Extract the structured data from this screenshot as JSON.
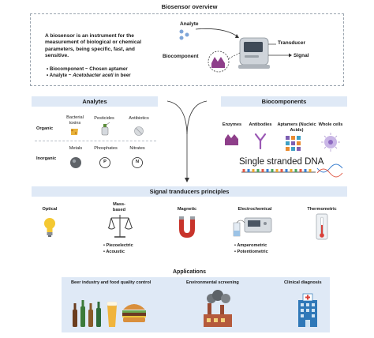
{
  "overview": {
    "title": "Biosensor overview",
    "definition": "A biosensor is an instrument for the measurement of biological or chemical parameters, being specific, fast, and sensitive.",
    "bullet1": "Biocomponent ~ Chosen aptamer",
    "bullet2_prefix": "Analyte ~ ",
    "bullet2_italic": "Acetobacter aceti",
    "bullet2_suffix": " in beer",
    "label_analyte": "Analyte",
    "label_biocomponent": "Biocomponent",
    "label_transducer": "Transducer",
    "label_signal": "Signal"
  },
  "analytes": {
    "title": "Analytes",
    "organic_label": "Organic",
    "organic_items": [
      "Bacterial toxins",
      "Pesticides",
      "Antibiotics"
    ],
    "inorganic_label": "Inorganic",
    "inorganic_items": [
      "Metals",
      "Phosphates",
      "Nitrates"
    ],
    "phosphate_symbol": "P",
    "nitrate_symbol": "N"
  },
  "biocomponents": {
    "title": "Biocomponents",
    "items": [
      "Enzymes",
      "Antibodies",
      "Aptamers (Nucleic Acids)",
      "Whole cells"
    ],
    "ssdna_label": "Single stranded DNA"
  },
  "transducers": {
    "title": "Signal tranducers principles",
    "items": [
      "Optical",
      "Mass-based",
      "Magnetic",
      "Electrochemical",
      "Thermometric"
    ],
    "mass_bullets": [
      "Piezoelectric",
      "Acoustic"
    ],
    "electro_bullets": [
      "Amperometric",
      "Potentiometric"
    ]
  },
  "applications": {
    "title": "Applications",
    "items": [
      "Beer industry and food quality control",
      "Environmental screening",
      "Clinical diagnosis"
    ]
  },
  "colors": {
    "band": "#dfe9f6",
    "purple": "#8e3f8a",
    "lavender": "#b9a6d6",
    "magnet_red": "#c8342b"
  }
}
